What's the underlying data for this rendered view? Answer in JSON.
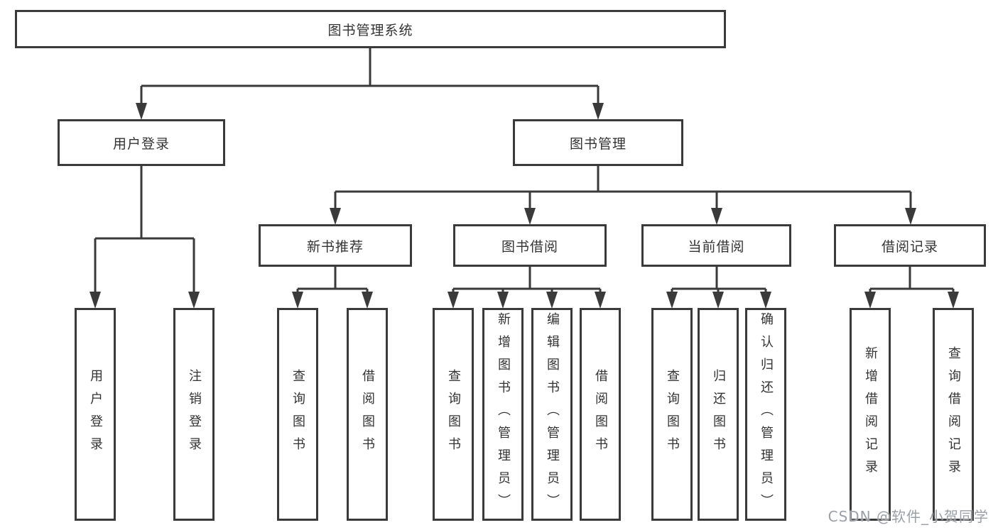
{
  "diagram": {
    "root": "图书管理系统",
    "branches": [
      {
        "label": "用户登录",
        "leaves": [
          "用户登录",
          "注销登录"
        ]
      },
      {
        "label": "图书管理",
        "groups": [
          {
            "label": "新书推荐",
            "leaves": [
              "查询图书",
              "借阅图书"
            ]
          },
          {
            "label": "图书借阅",
            "leaves": [
              "查询图书",
              "新增图书（管理员）",
              "编辑图书（管理员）",
              "借阅图书"
            ]
          },
          {
            "label": "当前借阅",
            "leaves": [
              "查询图书",
              "归还图书",
              "确认归还（管理员）"
            ]
          },
          {
            "label": "借阅记录",
            "leaves": [
              "新增借阅记录",
              "查询借阅记录"
            ]
          }
        ]
      }
    ]
  },
  "watermark": "CSDN @软件_小贺同学",
  "colors": {
    "line": "#3a3a3a",
    "text": "#333333",
    "watermark": "#9aa0a6",
    "background": "#ffffff"
  }
}
